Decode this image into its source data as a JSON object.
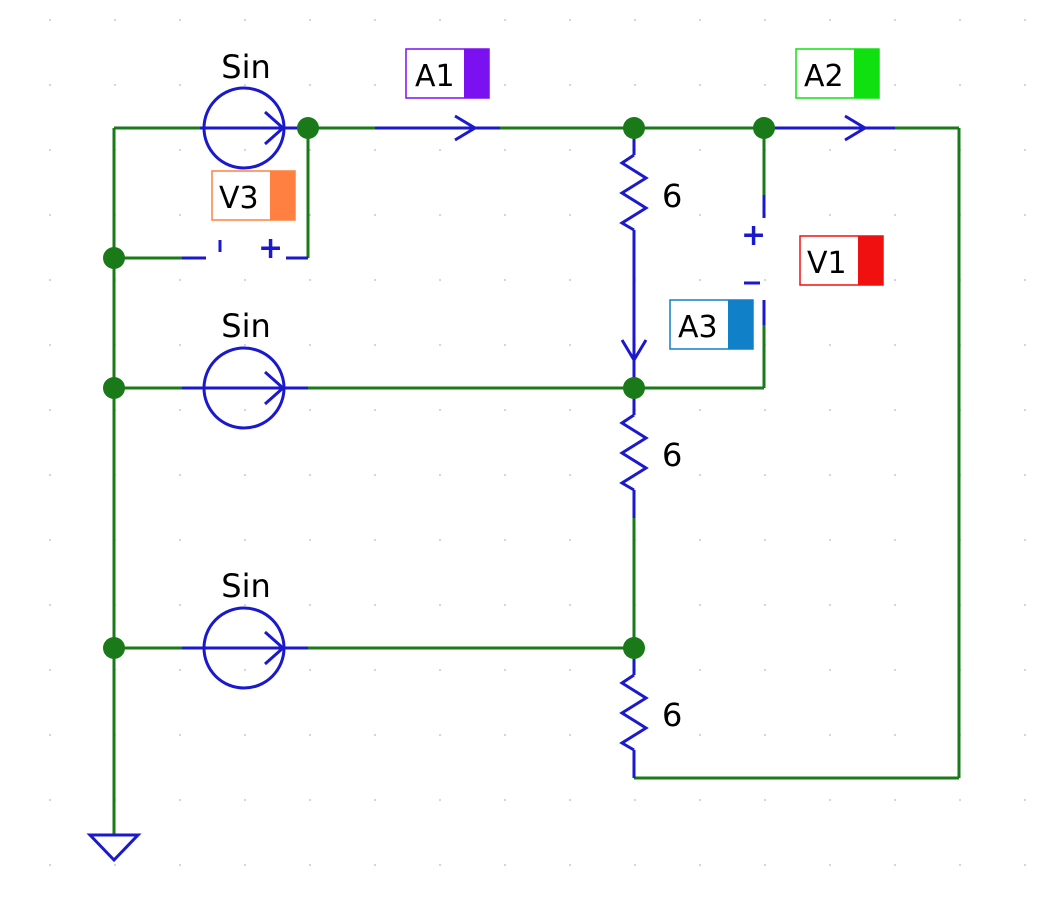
{
  "colors": {
    "wire": "#1a7a1a",
    "component": "#1a1acc",
    "node": "#1a7a1a",
    "grid_dot": "#b8d0d8",
    "background": "#ffffff"
  },
  "sources": [
    {
      "id": "src-1",
      "label": "Sin"
    },
    {
      "id": "src-2",
      "label": "Sin"
    },
    {
      "id": "src-3",
      "label": "Sin"
    }
  ],
  "resistors": [
    {
      "id": "r-1",
      "value": "6"
    },
    {
      "id": "r-2",
      "value": "6"
    },
    {
      "id": "r-3",
      "value": "6"
    }
  ],
  "meters": [
    {
      "id": "A1",
      "label": "A1",
      "color": "#7b10f0",
      "kind": "ammeter"
    },
    {
      "id": "A2",
      "label": "A2",
      "color": "#10e010",
      "kind": "ammeter"
    },
    {
      "id": "A3",
      "label": "A3",
      "color": "#1080c8",
      "kind": "ammeter"
    },
    {
      "id": "V1",
      "label": "V1",
      "color": "#f01010",
      "kind": "voltmeter"
    },
    {
      "id": "V3",
      "label": "V3",
      "color": "#ff8040",
      "kind": "voltmeter"
    }
  ],
  "polarity": {
    "plus": "+",
    "minus": "-"
  }
}
